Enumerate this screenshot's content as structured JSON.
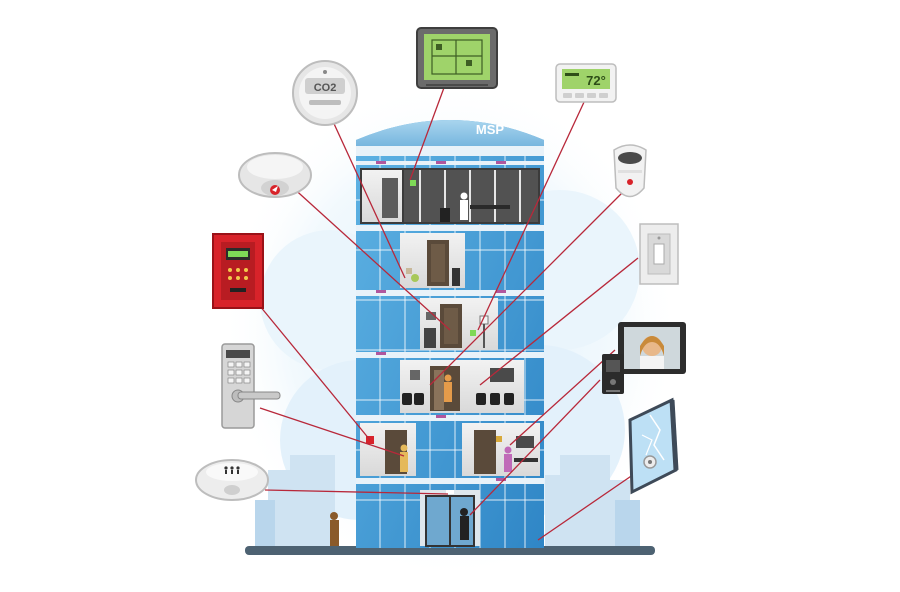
{
  "building": {
    "name_label": "MSP"
  },
  "devices": {
    "co2_detector": {
      "label": "CO2"
    },
    "thermostat": {
      "readout": "72°"
    }
  },
  "colors": {
    "glass_blue": "#3d9ad6",
    "glass_light": "#7cc3ec",
    "building_top": "#8ec6e6",
    "connector_line": "#b8283a",
    "alarm_red": "#d8232a",
    "lcd_green": "#9fd36a",
    "ground": "#4d6272",
    "city_blue": "#c8dff0",
    "glow": "#e7f3fb"
  },
  "icons": [
    "co2-detector-icon",
    "touchscreen-panel-icon",
    "thermostat-icon",
    "smoke-detector-icon",
    "motion-sensor-icon",
    "fire-alarm-panel-icon",
    "light-switch-icon",
    "keypad-lock-icon",
    "video-intercom-icon",
    "door-station-icon",
    "ceiling-sensor-icon",
    "glass-break-sensor-icon"
  ]
}
